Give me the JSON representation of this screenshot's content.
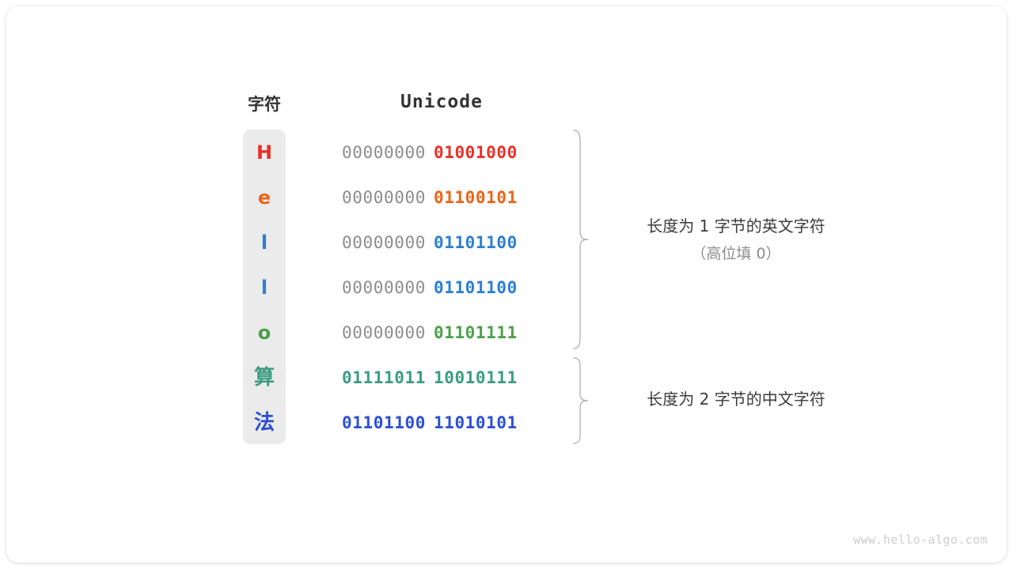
{
  "table": {
    "header_char": "字符",
    "header_code": "Unicode",
    "rows": [
      {
        "char": "H",
        "script": "latin",
        "color": "#e8302a",
        "high_byte": "00000000",
        "low_byte": "01001000",
        "high_dim": true
      },
      {
        "char": "e",
        "script": "latin",
        "color": "#ec6419",
        "high_byte": "00000000",
        "low_byte": "01100101",
        "high_dim": true
      },
      {
        "char": "l",
        "script": "latin",
        "color": "#2b7fd4",
        "high_byte": "00000000",
        "low_byte": "01101100",
        "high_dim": true
      },
      {
        "char": "l",
        "script": "latin",
        "color": "#2b7fd4",
        "high_byte": "00000000",
        "low_byte": "01101100",
        "high_dim": true
      },
      {
        "char": "o",
        "script": "latin",
        "color": "#4c9f4c",
        "high_byte": "00000000",
        "low_byte": "01101111",
        "high_dim": true
      },
      {
        "char": "算",
        "script": "han",
        "color": "#3c9c82",
        "high_byte": "01111011",
        "low_byte": "10010111",
        "high_dim": false
      },
      {
        "char": "法",
        "script": "han",
        "color": "#2b4fd4",
        "high_byte": "01101100",
        "low_byte": "11010101",
        "high_dim": false
      }
    ]
  },
  "annotations": {
    "group_one": {
      "line1": "长度为 1 字节的英文字符",
      "line2": "（高位填 0）"
    },
    "group_two": {
      "line1": "长度为 2 字节的中文字符"
    }
  },
  "watermark": "www.hello-algo.com",
  "colors": {
    "dim_byte": "#8c8c8c",
    "panel_bg": "#ebebeb",
    "brace": "#b5b5b5",
    "header_text": "#333333",
    "note_text": "#3b3b3b",
    "note_sub_text": "#8c8c8c"
  }
}
